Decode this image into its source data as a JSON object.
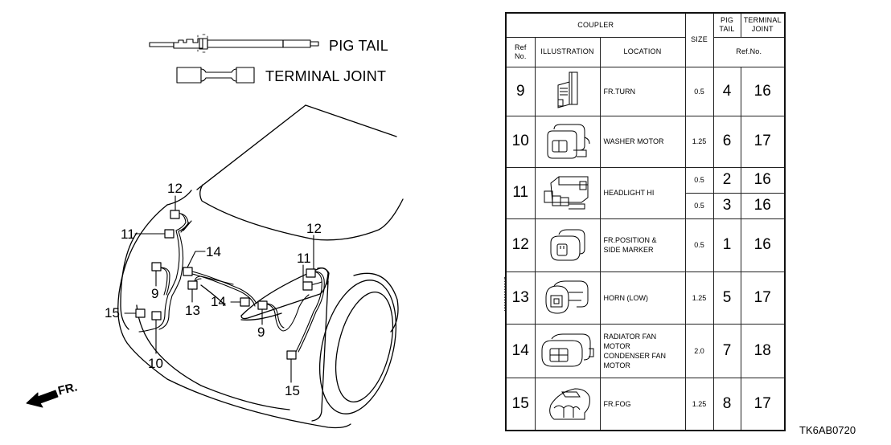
{
  "legend": {
    "pig_tail_label": "PIG TAIL",
    "terminal_joint_label": "TERMINAL JOINT"
  },
  "direction_label": "FR.",
  "diagram_callouts": [
    {
      "id": "c12a",
      "text": "12"
    },
    {
      "id": "c11a",
      "text": "11"
    },
    {
      "id": "c9a",
      "text": "9"
    },
    {
      "id": "c15a",
      "text": "15"
    },
    {
      "id": "c10a",
      "text": "10"
    },
    {
      "id": "c14a",
      "text": "14"
    },
    {
      "id": "c13a",
      "text": "13"
    },
    {
      "id": "c14b",
      "text": "14"
    },
    {
      "id": "c12b",
      "text": "12"
    },
    {
      "id": "c11b",
      "text": "11"
    },
    {
      "id": "c9b",
      "text": "9"
    },
    {
      "id": "c15b",
      "text": "15"
    }
  ],
  "table": {
    "headers": {
      "coupler": "COUPLER",
      "size": "SIZE",
      "pig_tail": "PIG TAIL",
      "terminal_joint": "TERMINAL JOINT",
      "ref_no": "Ref No.",
      "illustration": "ILLUSTRATION",
      "location": "LOCATION",
      "ref_no_sub": "Ref.No."
    },
    "rows": [
      {
        "ref": "9",
        "location": "FR.TURN",
        "entries": [
          {
            "size": "0.5",
            "pig_tail": "4",
            "terminal_joint": "16"
          }
        ]
      },
      {
        "ref": "10",
        "location": "WASHER MOTOR",
        "entries": [
          {
            "size": "1.25",
            "pig_tail": "6",
            "terminal_joint": "17"
          }
        ]
      },
      {
        "ref": "11",
        "location": "HEADLIGHT HI",
        "entries": [
          {
            "size": "0.5",
            "pig_tail": "2",
            "terminal_joint": "16"
          },
          {
            "size": "0.5",
            "pig_tail": "3",
            "terminal_joint": "16"
          }
        ]
      },
      {
        "ref": "12",
        "location": "FR.POSITION & SIDE MARKER",
        "entries": [
          {
            "size": "0.5",
            "pig_tail": "1",
            "terminal_joint": "16"
          }
        ]
      },
      {
        "ref": "13",
        "location": "HORN (LOW)",
        "entries": [
          {
            "size": "1.25",
            "pig_tail": "5",
            "terminal_joint": "17"
          }
        ]
      },
      {
        "ref": "14",
        "location": "RADIATOR FAN MOTOR CONDENSER FAN MOTOR",
        "entries": [
          {
            "size": "2.0",
            "pig_tail": "7",
            "terminal_joint": "18"
          }
        ]
      },
      {
        "ref": "15",
        "location": "FR.FOG",
        "entries": [
          {
            "size": "1.25",
            "pig_tail": "8",
            "terminal_joint": "17"
          }
        ]
      }
    ]
  },
  "diagram_code": "TK6AB0720"
}
